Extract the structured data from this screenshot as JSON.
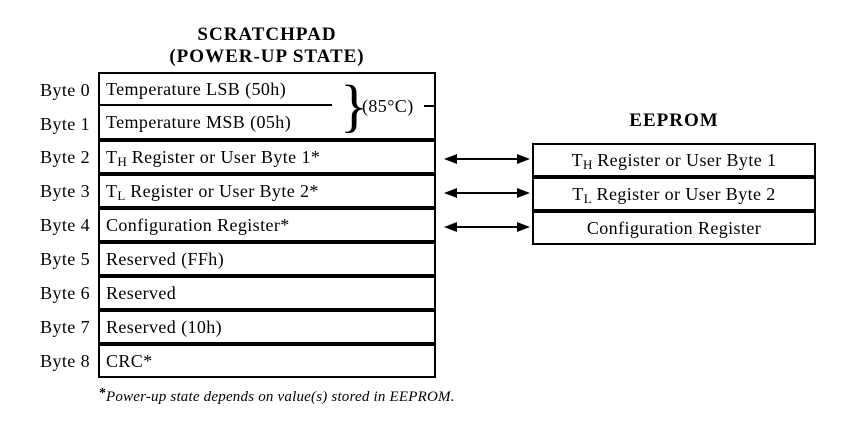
{
  "scratchpad": {
    "title_line1": "SCRATCHPAD",
    "title_line2": "(POWER-UP STATE)",
    "byte_labels": [
      "Byte 0",
      "Byte 1",
      "Byte 2",
      "Byte 3",
      "Byte 4",
      "Byte 5",
      "Byte 6",
      "Byte 7",
      "Byte 8"
    ],
    "rows": [
      {
        "t1": "Temperature LSB (50h)",
        "sub": "",
        "t2": ""
      },
      {
        "t1": "Temperature MSB (05h)",
        "sub": "",
        "t2": ""
      },
      {
        "t1": "T",
        "sub": "H",
        "t2": " Register or User Byte 1*"
      },
      {
        "t1": "T",
        "sub": "L",
        "t2": " Register or User Byte 2*"
      },
      {
        "t1": "Configuration Register*",
        "sub": "",
        "t2": ""
      },
      {
        "t1": "Reserved (FFh)",
        "sub": "",
        "t2": ""
      },
      {
        "t1": "Reserved",
        "sub": "",
        "t2": ""
      },
      {
        "t1": "Reserved (10h)",
        "sub": "",
        "t2": ""
      },
      {
        "t1": "CRC*",
        "sub": "",
        "t2": ""
      }
    ],
    "temp_value": "(85°C)",
    "brace": "}"
  },
  "eeprom": {
    "title": "EEPROM",
    "rows": [
      {
        "t1": "T",
        "sub": "H",
        "t2": " Register or User Byte 1"
      },
      {
        "t1": "T",
        "sub": "L",
        "t2": " Register or User Byte 2"
      },
      {
        "t1": "Configuration Register",
        "sub": "",
        "t2": ""
      }
    ]
  },
  "footnote": {
    "marker": "*",
    "text": "Power-up state depends on value(s) stored in EEPROM."
  },
  "colors": {
    "background": "#ffffff",
    "line": "#000000",
    "text": "#000000"
  }
}
